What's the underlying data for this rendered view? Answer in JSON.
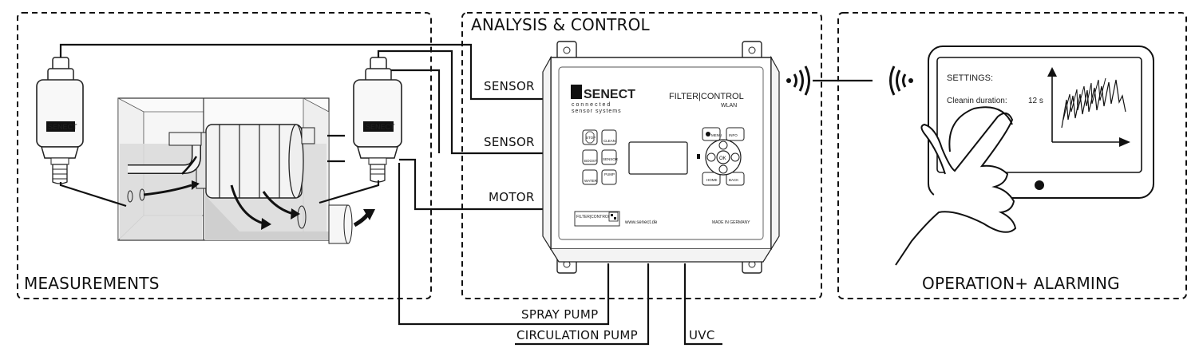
{
  "sections": {
    "measurements": "MEASUREMENTS",
    "analysis": "ANALYSIS & CONTROL",
    "operation": "OPERATION+ ALARMING"
  },
  "connections": {
    "sensor1": "SENSOR",
    "sensor2": "SENSOR",
    "motor": "MOTOR",
    "spray_pump": "SPRAY PUMP",
    "circulation_pump": "CIRCULATION PUMP",
    "uvc": "UVC"
  },
  "sensor_brand": "SENECT",
  "controller": {
    "brand": "SENECT",
    "tagline_1": "connected",
    "tagline_2": "sensor systems",
    "product": "FILTER|CONTROL",
    "wlan": "WLAN",
    "website": "www.senect.de",
    "made_in": "MADE IN GERMANY",
    "plate": "FILTER|CONTROL",
    "buttons": {
      "stop": "STOP",
      "clean": "CLEAN",
      "boost": "BOOST",
      "sensor": "SENSOR",
      "pump": "PUMP",
      "water": "WATER",
      "ok": "OK",
      "menu": "MENU",
      "home": "HOME",
      "back": "BACK",
      "info": "INFO"
    }
  },
  "tablet": {
    "heading": "SETTINGS:",
    "setting_label": "Cleanin duration:",
    "setting_value": "12 s"
  },
  "colors": {
    "line": "#111111",
    "water": "#d9d9d9",
    "tank": "#f2f2f2"
  }
}
